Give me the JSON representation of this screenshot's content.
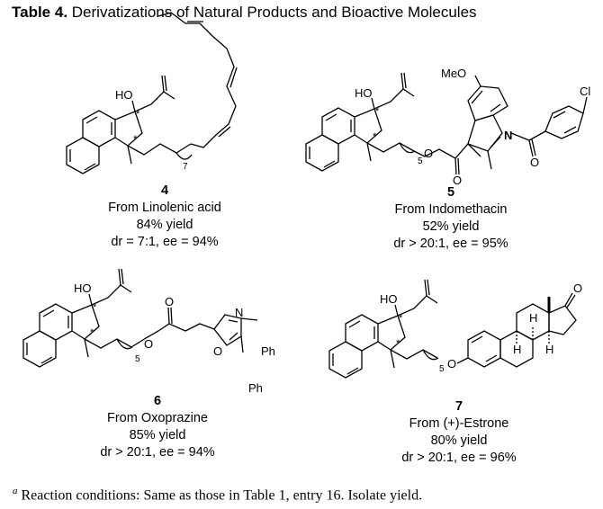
{
  "table": {
    "label": "Table 4.",
    "title": " Derivatizations of Natural Products and Bioactive Molecules"
  },
  "compounds": [
    {
      "number": "4",
      "source": "From Linolenic acid",
      "yield": "84% yield",
      "selectivity": "dr = 7:1, ee = 94%"
    },
    {
      "number": "5",
      "source": "From Indomethacin",
      "yield": "52% yield",
      "selectivity": "dr > 20:1, ee = 95%"
    },
    {
      "number": "6",
      "source": "From Oxoprazine",
      "yield": "85% yield",
      "selectivity": "dr > 20:1, ee = 94%"
    },
    {
      "number": "7",
      "source": "From (+)-Estrone",
      "yield": "80% yield",
      "selectivity": "dr > 20:1, ee = 96%"
    }
  ],
  "atom_labels": {
    "hydroxyl": "HO",
    "methoxy": "MeO",
    "chloro": "Cl",
    "nitrogen": "N",
    "oxygen": "O",
    "phenyl": "Ph",
    "hydrogen": "H",
    "stereocenter": "*",
    "chain_7": "7",
    "chain_5": "5"
  },
  "footnote": {
    "marker": "a",
    "text": " Reaction conditions: Same as those in Table 1, entry 16. Isolate yield."
  }
}
